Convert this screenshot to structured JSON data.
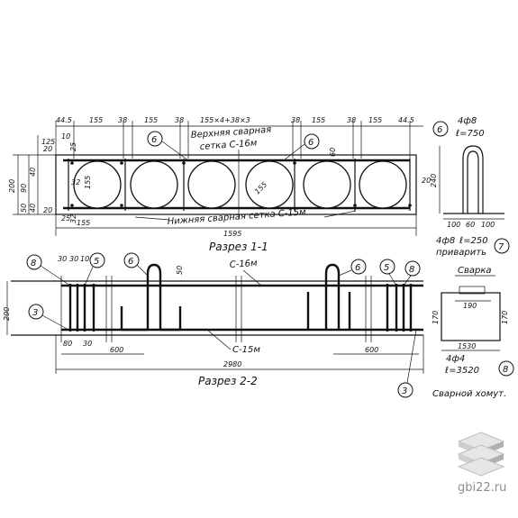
{
  "section11": {
    "top_dims": [
      "44.5",
      "155",
      "38",
      "155",
      "38",
      "155×4+38×3",
      "38",
      "155",
      "38",
      "155",
      "44.5"
    ],
    "left_dims": [
      "125",
      "10",
      "20",
      "40",
      "200",
      "90",
      "50",
      "32",
      "155",
      "25",
      "20",
      "32",
      "40",
      "25"
    ],
    "label_top_mesh": "Верхняя сварная",
    "label_top_mesh2": "сетка С-16м",
    "label_bottom_mesh": "Нижняя сварная сетка С-15м",
    "dim_60": "60",
    "dim_155_diag": "155",
    "dim_155b": "155",
    "dim_1595": "1595",
    "title": "Разрез 1-1",
    "dim_20": "20"
  },
  "part6": {
    "callout": "6",
    "spec": "4ф8",
    "length": "ℓ=750",
    "dim_240": "240",
    "bottom_dims": [
      "100",
      "60",
      "100"
    ]
  },
  "part7": {
    "spec": "4ф8",
    "length": "ℓ=250",
    "note": "приварить",
    "callout": "7"
  },
  "section22": {
    "top_dims": [
      "30",
      "30",
      "10"
    ],
    "dim_50": "50",
    "mesh_top": "С-16м",
    "mesh_bottom": "С-15м",
    "dim_200": "200",
    "bottom_dims": [
      "80",
      "30"
    ],
    "dim_600_left": "600",
    "dim_600_right": "600",
    "dim_2980": "2980",
    "title": "Разрез 2-2"
  },
  "callouts": {
    "c8": "8",
    "c5": "5",
    "c6": "6",
    "c3": "3"
  },
  "stirrup": {
    "label_weld": "Сварка",
    "dim_190": "190",
    "dim_170_left": "170",
    "dim_170_right": "170",
    "dim_1530": "1530",
    "spec": "4ф4",
    "length": "ℓ=3520",
    "callout": "8",
    "title": "Сварной хомут."
  },
  "watermark": {
    "site": "gbi22.ru"
  }
}
